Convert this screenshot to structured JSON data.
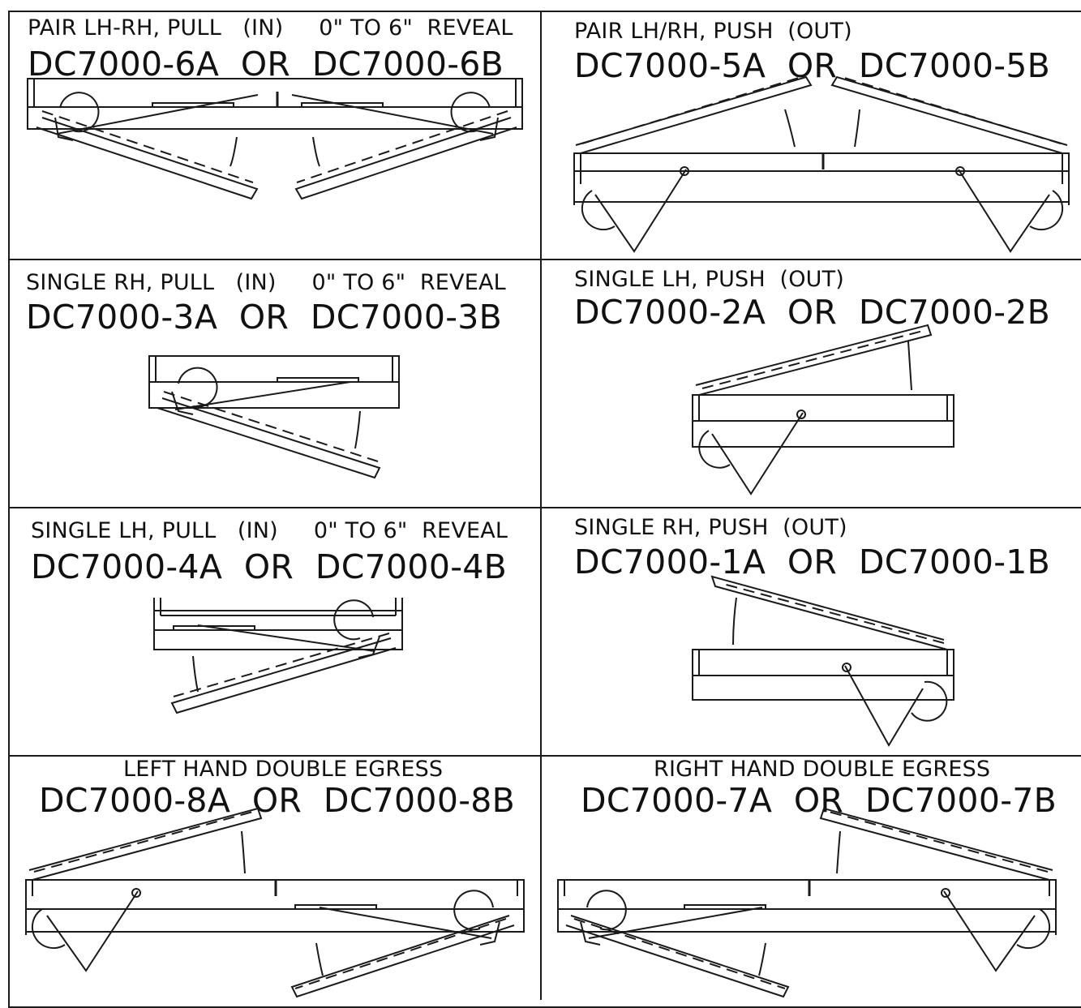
{
  "panels": [
    {
      "id": "6",
      "note": "PAIR LH-RH, PULL   (IN)     0\" TO 6\"  REVEAL",
      "model": "DC7000-6A  OR  DC7000-6B"
    },
    {
      "id": "5",
      "note": "PAIR LH/RH, PUSH  (OUT)",
      "model": "DC7000-5A  OR  DC7000-5B"
    },
    {
      "id": "3",
      "note": "SINGLE RH, PULL   (IN)     0\" TO 6\"  REVEAL",
      "model": "DC7000-3A  OR  DC7000-3B"
    },
    {
      "id": "2",
      "note": "SINGLE LH, PUSH  (OUT)",
      "model": "DC7000-2A  OR  DC7000-2B"
    },
    {
      "id": "4",
      "note": "SINGLE LH, PULL   (IN)     0\" TO 6\"  REVEAL",
      "model": "DC7000-4A  OR  DC7000-4B"
    },
    {
      "id": "1",
      "note": "SINGLE RH, PUSH  (OUT)",
      "model": "DC7000-1A  OR  DC7000-1B"
    },
    {
      "id": "8",
      "note": "LEFT HAND DOUBLE EGRESS",
      "model": "DC7000-8A  OR  DC7000-8B"
    },
    {
      "id": "7",
      "note": "RIGHT HAND DOUBLE EGRESS",
      "model": "DC7000-7A  OR  DC7000-7B"
    }
  ]
}
